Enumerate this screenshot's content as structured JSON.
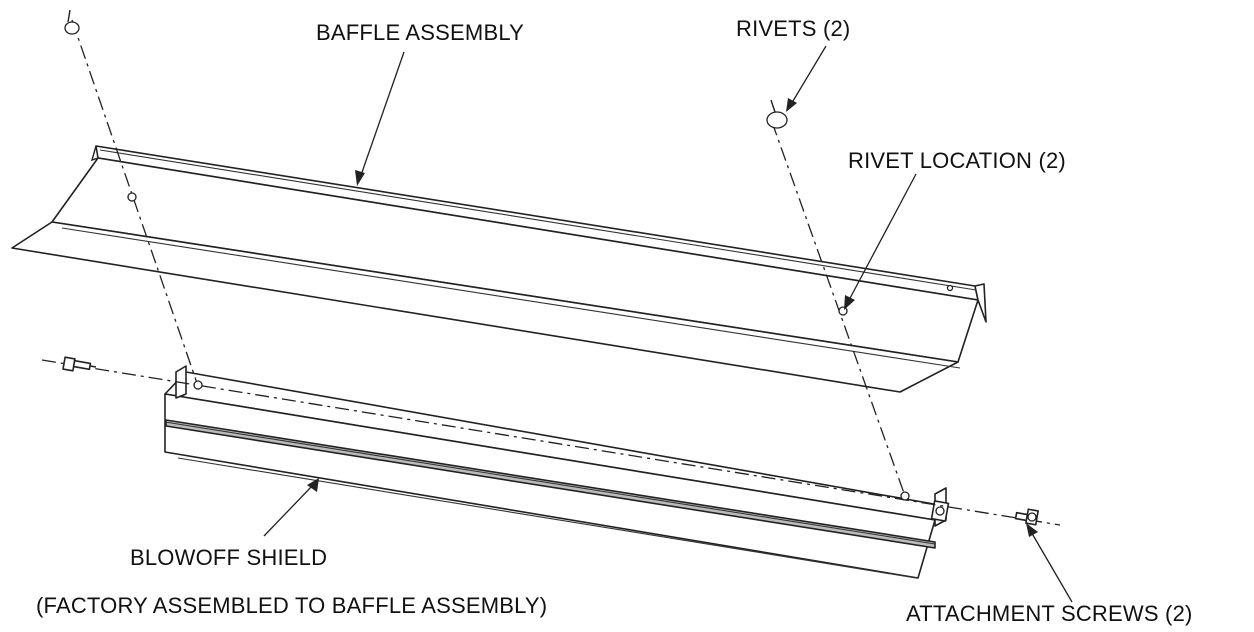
{
  "labels": {
    "baffle_assembly": "BAFFLE ASSEMBLY",
    "rivets": "RIVETS (2)",
    "rivet_location": "RIVET LOCATION (2)",
    "blowoff_shield_line1": "BLOWOFF SHIELD",
    "blowoff_shield_line2": "(FACTORY ASSEMBLED TO BAFFLE ASSEMBLY)",
    "attachment_screws": "ATTACHMENT SCREWS (2)"
  }
}
